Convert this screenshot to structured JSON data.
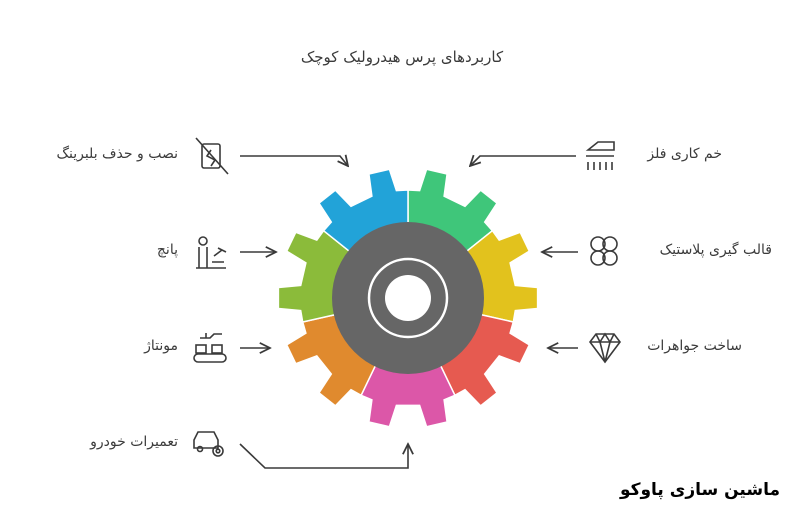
{
  "title": "کاربردهای پرس هیدرولیک کوچک",
  "brand": "ماشین سازی پاوکو",
  "items": [
    {
      "label": "نصب و حذف بلبرینگ",
      "icon": "bearing-crossed-icon",
      "color": "#22a3d8"
    },
    {
      "label": "پانچ",
      "icon": "punch-machine-icon",
      "color": "#8bbb3a"
    },
    {
      "label": "مونتاژ",
      "icon": "assembly-line-icon",
      "color": "#e08a2e"
    },
    {
      "label": "تعمیرات خودرو",
      "icon": "car-repair-icon",
      "color": "#dc57a8"
    },
    {
      "label": "خم کاری فلز",
      "icon": "metal-bending-icon",
      "color": "#3fc67a"
    },
    {
      "label": "قالب گیری پلاستیک",
      "icon": "plastic-molding-icon",
      "color": "#e2c21d"
    },
    {
      "label": "ساخت جواهرات",
      "icon": "gem-icon",
      "color": "#e65a50"
    }
  ],
  "hub_color": "#666666"
}
